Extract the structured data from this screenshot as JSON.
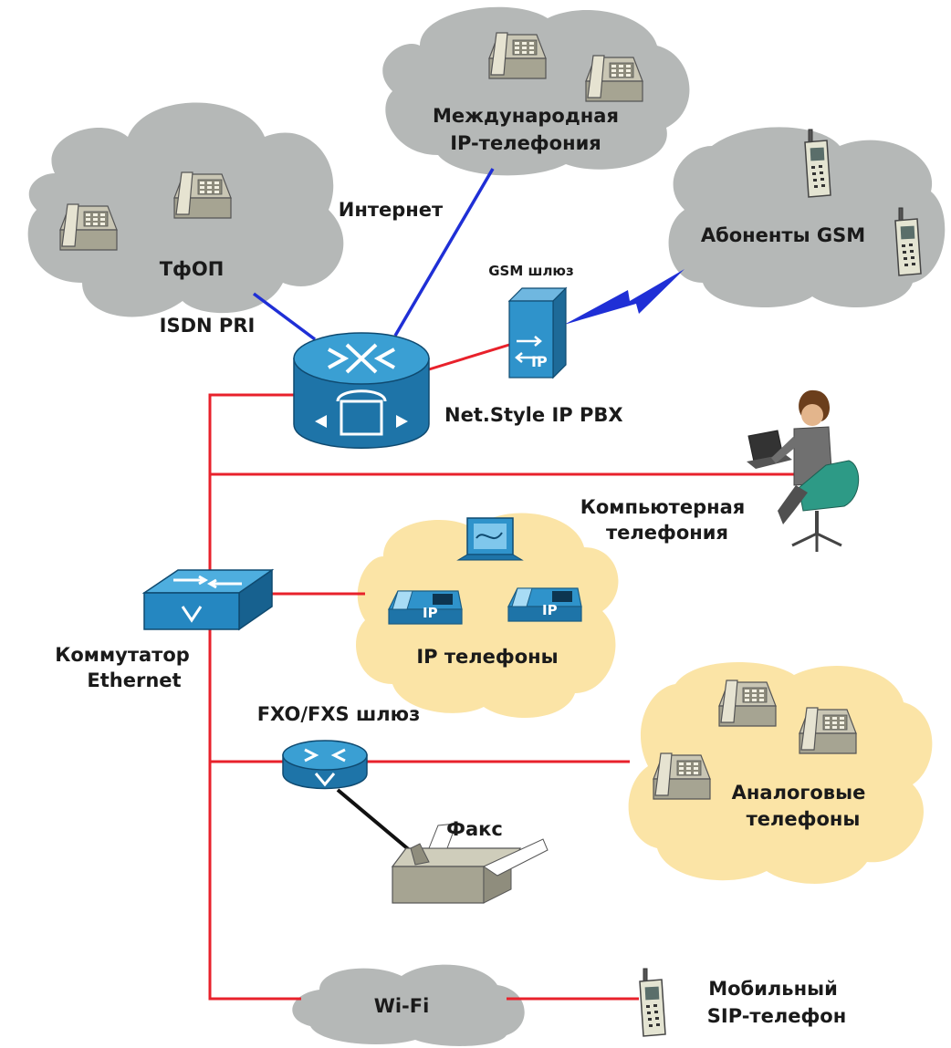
{
  "labels": {
    "pstn": "ТфОП",
    "internet": "Интернет",
    "intl_line1": "Международная",
    "intl_line2": "IP-телефония",
    "gsm_subscribers": "Абоненты GSM",
    "gsm_gateway": "GSM шлюз",
    "isdn": "ISDN PRI",
    "ip_pbx": "Net.Style IP PBX",
    "cti_line1": "Компьютерная",
    "cti_line2": "телефония",
    "switch_line1": "Коммутатор",
    "switch_line2": "Ethernet",
    "ip_phones": "IP телефоны",
    "fxo_gateway": "FXO/FXS шлюз",
    "fax": "Факс",
    "analog_line1": "Аналоговые",
    "analog_line2": "телефоны",
    "wifi": "Wi-Fi",
    "mobile_line1": "Мобильный",
    "mobile_line2": "SIP-телефон",
    "ip_badge": "IP"
  },
  "colors": {
    "lan_link": "#e8212b",
    "wan_link": "#1f2fd6",
    "fax_link": "#111111",
    "gray_cloud": "#b5b8b7",
    "yellow_cloud": "#fbe4a6",
    "cisco_blue": "#2a8cc4",
    "text": "#1a1a1a"
  }
}
